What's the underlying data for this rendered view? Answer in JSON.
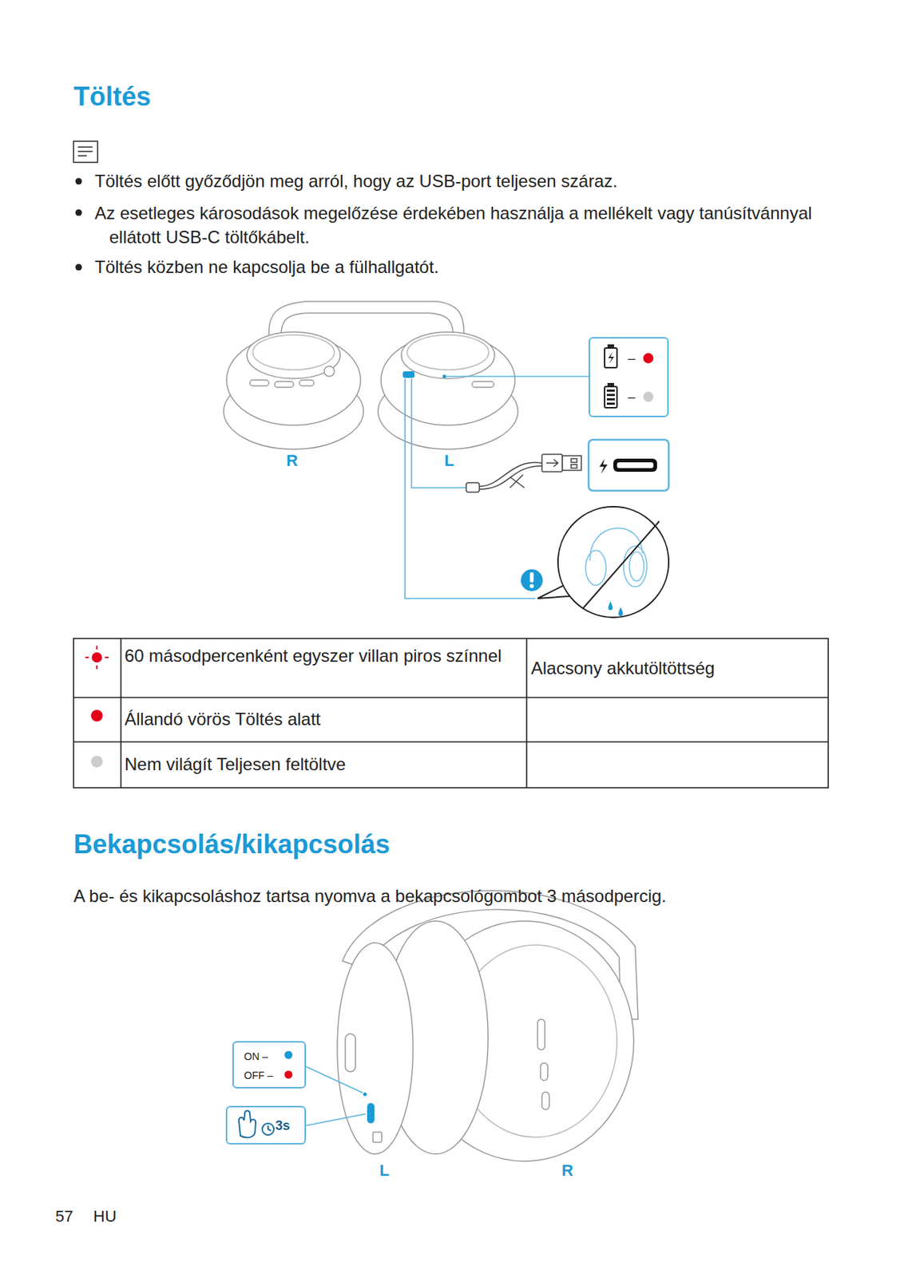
{
  "diagram": {
    "title": "Töltés",
    "nodes": [
      {
        "text": [
          "–",
          "–"
        ]
      },
      {
        "text": [
          "ON –",
          "OFF –"
        ]
      },
      {
        "text": [
          "3s"
        ]
      }
    ],
    "labels": [
      "Töltés előtt győződjön meg arról, hogy az USB-port teljesen száraz.",
      "Az esetleges károsodások megelőzése érdekében használja a mellékelt vagy tanúsítvánnyal ellátott USB-C töltőkábelt.",
      "Töltés közben ne kapcsolja be a fülhallgatót.",
      "R",
      "L",
      "60 másodpercenként egyszer villan piros színnel",
      "Alacsony akkutöltöttség",
      "Állandó vörös Töltés alatt",
      "Nem világít Teljesen feltöltve",
      "Bekapcsolás/kikapcsolás",
      "A be- és kikapcsoláshoz tartsa nyomva a bekapcsológombot 3 másodpercig.",
      "L",
      "R",
      "57",
      "HU"
    ]
  }
}
